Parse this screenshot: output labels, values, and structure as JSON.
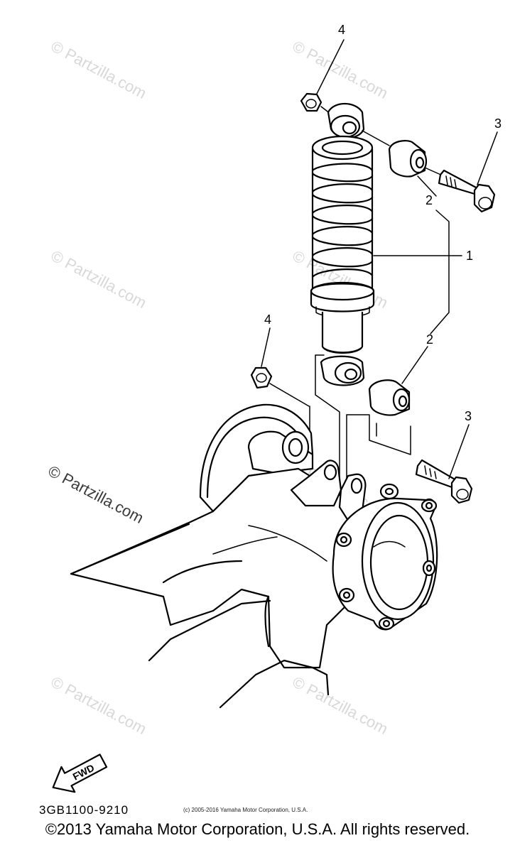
{
  "watermarks": [
    "© Partzilla.com",
    "© Partzilla.com",
    "© Partzilla.com",
    "© Partzilla.com",
    "© Partzilla.com",
    "© Partzilla.com",
    "© Partzilla.com",
    "© Partzilla.com"
  ],
  "callouts": [
    "4",
    "3",
    "2",
    "1",
    "4",
    "2",
    "3"
  ],
  "fwd_label": "FWD",
  "part_code": "3GB1100-9210",
  "small_copyright": "(c) 2005-2016 Yamaha Motor Corporation, U.S.A.",
  "footer_copyright": "©2013 Yamaha Motor Corporation, U.S.A. All rights reserved."
}
